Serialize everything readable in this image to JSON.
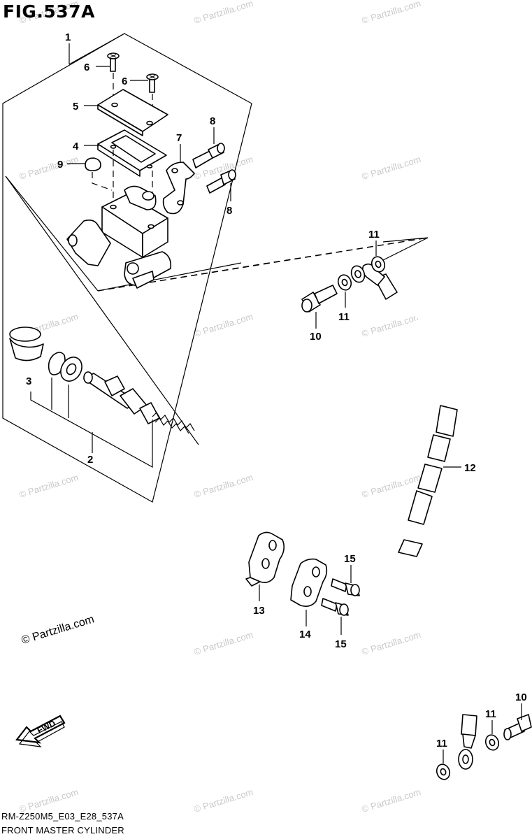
{
  "figure": {
    "title": "FIG.537A",
    "model_code": "RM-Z250M5_E03_E28_537A",
    "name": "FRONT MASTER CYLINDER"
  },
  "copyright": "© Partzilla.com",
  "watermark": "© Partzilla.com",
  "fwd_label": "FWD",
  "callouts": {
    "c1": "1",
    "c2": "2",
    "c3": "3",
    "c4": "4",
    "c5": "5",
    "c6a": "6",
    "c6b": "6",
    "c7": "7",
    "c8a": "8",
    "c8b": "8",
    "c9": "9",
    "c10a": "10",
    "c10b": "10",
    "c11a": "11",
    "c11b": "11",
    "c11c": "11",
    "c11d": "11",
    "c12": "12",
    "c13": "13",
    "c14": "14",
    "c15a": "15",
    "c15b": "15"
  }
}
